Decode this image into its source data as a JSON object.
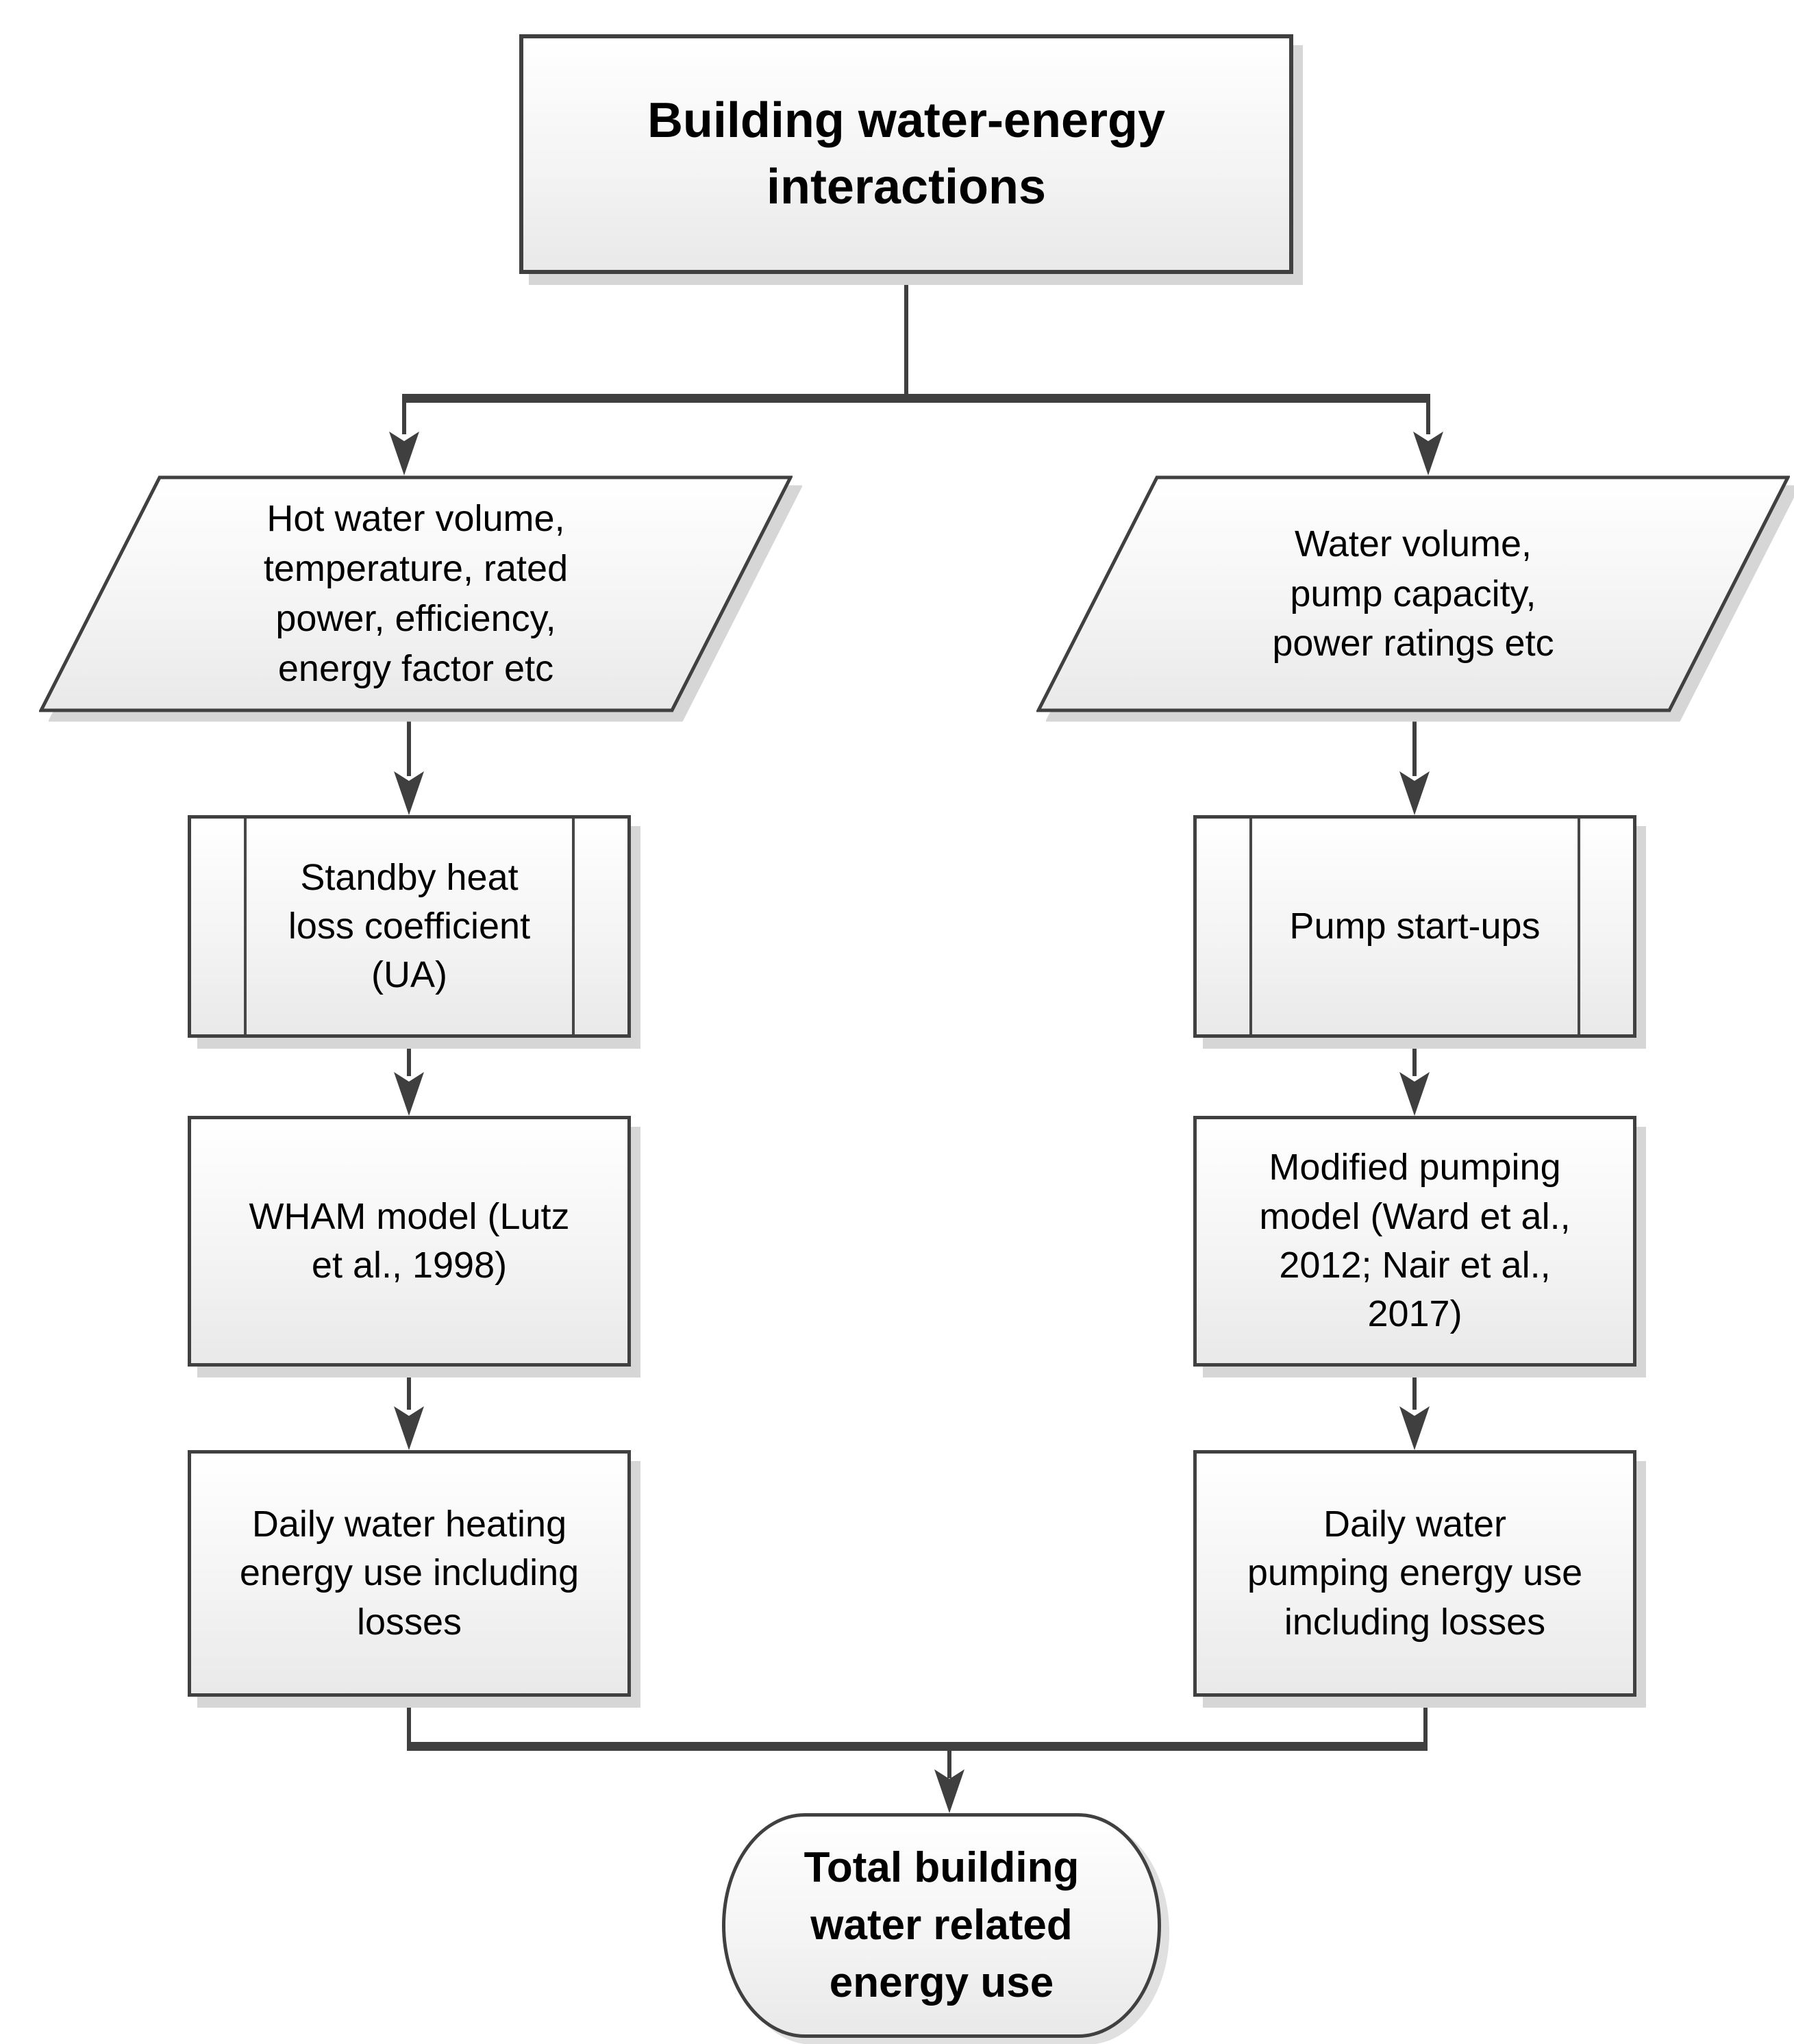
{
  "diagram": {
    "root": {
      "label": "Building water-energy\ninteractions"
    },
    "branches": {
      "left": {
        "input": "Hot water volume,\ntemperature, rated\npower, efficiency,\nenergy factor etc",
        "process": "Standby heat\nloss coefficient\n(UA)",
        "model": "WHAM model (Lutz\net al., 1998)",
        "output": "Daily water heating\nenergy use including\nlosses"
      },
      "right": {
        "input": "Water volume,\npump capacity,\npower ratings etc",
        "process": "Pump start-ups",
        "model": "Modified pumping\nmodel (Ward et al.,\n2012; Nair et al.,\n2017)",
        "output": "Daily water\npumping energy use\nincluding losses"
      }
    },
    "terminal": {
      "label": "Total building\nwater related\nenergy use"
    },
    "colors": {
      "connector": "#3f3f3f",
      "shape_border": "#404040",
      "shape_fill_top": "#ffffff",
      "shape_fill_bottom": "#e9e9e9",
      "shadow": "#d6d6d6",
      "text": "#000000",
      "background": "#ffffff"
    }
  }
}
